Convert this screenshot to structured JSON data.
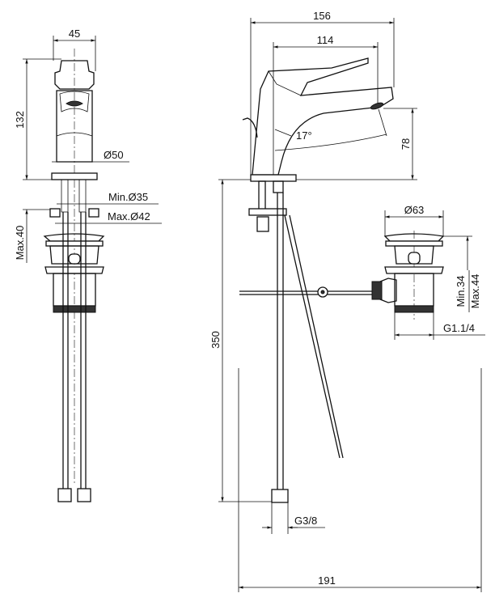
{
  "drawing": {
    "front_view": {
      "width_label": "45",
      "height_label": "132",
      "base_diameter_label": "Ø50",
      "hole_min_label": "Min.Ø35",
      "hole_max_label": "Max.Ø42",
      "deck_thickness_label": "Max.40"
    },
    "side_view": {
      "overall_reach_label": "156",
      "spout_reach_label": "114",
      "spout_height_label": "78",
      "angle_label": "17°",
      "hose_length_label": "350",
      "connection_label": "G3/8",
      "pullrod_reach_label": "191"
    },
    "waste_view": {
      "diameter_label": "Ø63",
      "min_label": "Min.34",
      "max_label": "Max.44",
      "thread_label": "G1.1/4"
    },
    "colors": {
      "line": "#111111",
      "background": "#ffffff"
    }
  }
}
